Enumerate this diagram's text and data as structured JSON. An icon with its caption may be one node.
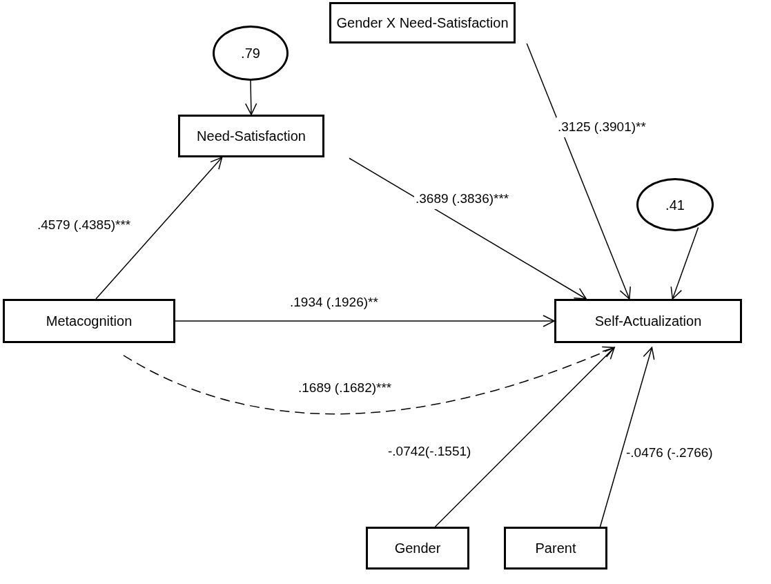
{
  "diagram": {
    "nodes": [
      {
        "text": [
          ".79"
        ]
      },
      {
        "text": [
          "Need-Satisfaction"
        ]
      },
      {
        "text": [
          "Gender X Need-Satisfaction"
        ]
      },
      {
        "text": [
          ".41"
        ]
      },
      {
        "text": [
          "Metacognition"
        ]
      },
      {
        "text": [
          "Self-Actualization"
        ]
      },
      {
        "text": [
          "Gender"
        ]
      },
      {
        "text": [
          "Parent"
        ]
      }
    ],
    "edges": [
      {
        "from": 0,
        "to": 1,
        "arrow": "to"
      },
      {
        "from": 4,
        "to": 1,
        "arrow": "to",
        "label": ".4579 (.4385)***"
      },
      {
        "from": 1,
        "to": 5,
        "arrow": "to",
        "label": ".3689 (.3836)***"
      },
      {
        "from": 2,
        "to": 5,
        "arrow": "to",
        "label": ".3125 (.3901)**"
      },
      {
        "from": 3,
        "to": 5,
        "arrow": "to"
      },
      {
        "from": 4,
        "to": 5,
        "arrow": "to",
        "label": ".1934 (.1926)**"
      },
      {
        "from": 4,
        "to": 5,
        "arrow": "to",
        "label": ".1689 (.1682)***",
        "style": "dashed"
      },
      {
        "from": 6,
        "to": 5,
        "arrow": "to",
        "label": "-.0742(-.1551)"
      },
      {
        "from": 7,
        "to": 5,
        "arrow": "to",
        "label": "-.0476 (-.2766)"
      }
    ]
  }
}
